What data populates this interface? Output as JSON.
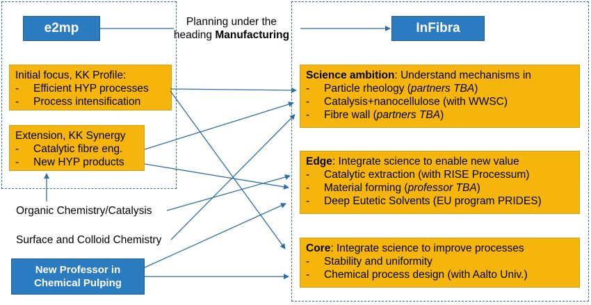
{
  "left": {
    "label": "e2mp",
    "box1": {
      "heading": "Initial focus, KK Profile:",
      "items": [
        "Efficient HYP processes",
        "Process intensification"
      ]
    },
    "box2": {
      "heading": "Extension, KK Synergy",
      "items": [
        "Catalytic fibre eng.",
        "New HYP products"
      ]
    }
  },
  "middle": {
    "line1": "Planning under the",
    "line2_prefix": "heading ",
    "line2_bold": "Manufacturing",
    "organic": "Organic Chemistry/Catalysis",
    "surface": "Surface and Colloid Chemistry",
    "new_prof": "New Professor in Chemical Pulping"
  },
  "right": {
    "label": "InFibra",
    "science": {
      "bold": "Science ambition",
      "rest": ":  Understand mechanisms in",
      "items": [
        {
          "text": "Particle rheology (",
          "italic": "partners TBA",
          "tail": ")"
        },
        {
          "text": "Catalysis+nanocellulose (with WWSC)",
          "italic": "",
          "tail": ""
        },
        {
          "text": "Fibre wall (",
          "italic": "partners TBA",
          "tail": ")"
        }
      ]
    },
    "edge": {
      "bold": "Edge",
      "rest": ": Integrate science to enable new value",
      "items": [
        {
          "text": "Catalytic extraction (with RISE Processum)",
          "italic": "",
          "tail": ""
        },
        {
          "text": "Material forming (",
          "italic": "professor TBA",
          "tail": ")"
        },
        {
          "text": "Deep Eutetic Solvents (EU program PRIDES)",
          "italic": "",
          "tail": ""
        }
      ]
    },
    "core": {
      "bold": "Core",
      "rest": ": Integrate science to improve processes",
      "items": [
        {
          "text": "Stability and uniformity",
          "italic": "",
          "tail": ""
        },
        {
          "text": "Chemical process design (with Aalto Univ.)",
          "italic": "",
          "tail": ""
        }
      ]
    }
  },
  "dash_glyph": "-",
  "colors": {
    "blue": "#2a7bbf",
    "orange": "#f5b50c",
    "frame": "#2e6da4"
  }
}
